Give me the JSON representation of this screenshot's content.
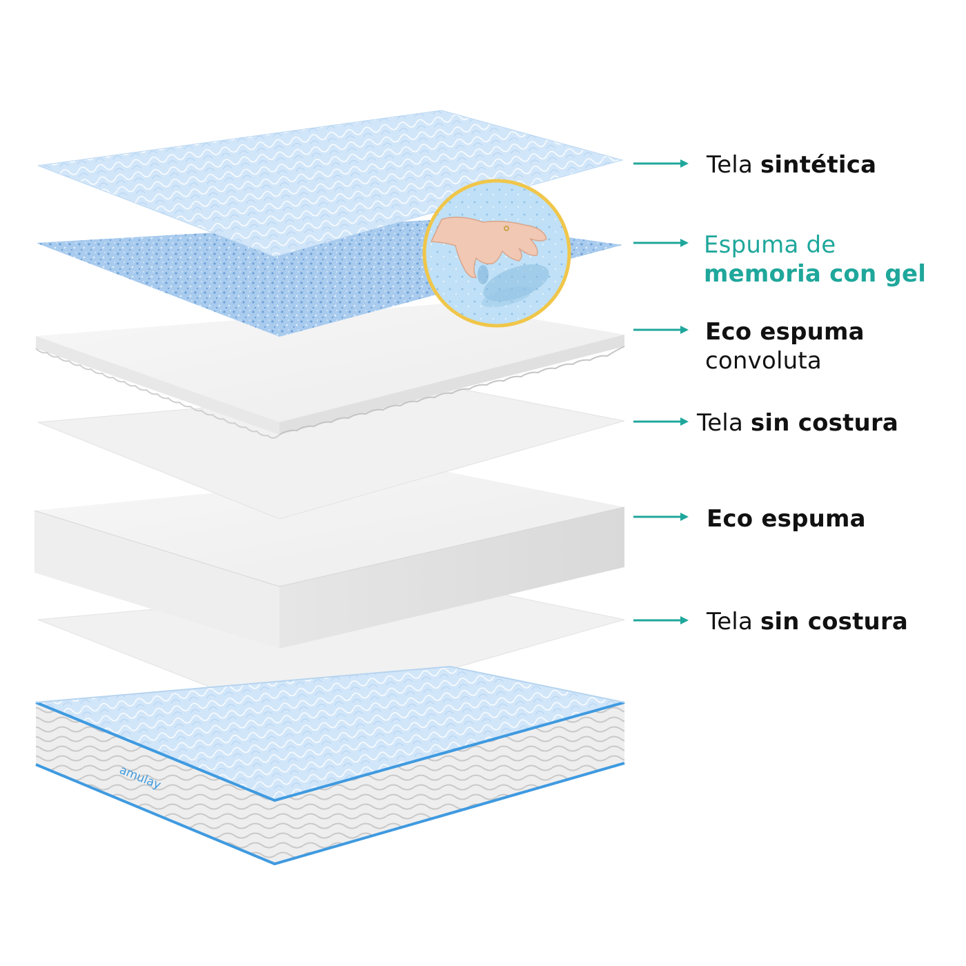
{
  "brand": {
    "logo_text": "amulay"
  },
  "colors": {
    "accent": "#1fa79b",
    "quilt_blue": "#cfe4f8",
    "gel_blue": "#9cc3ea",
    "foam_white": "#f3f3f3",
    "circle_border": "#f0c64a",
    "edge_blue": "#3f9ae0"
  },
  "layers": [
    {
      "id": "top-fabric",
      "regular": "Tela ",
      "bold": "sintética"
    },
    {
      "id": "gel-memory-foam",
      "regular": "Espuma de",
      "bold": "memoria con gel",
      "highlight": true
    },
    {
      "id": "convoluted-eco-foam",
      "bold": "Eco espuma",
      "regular": "convoluta"
    },
    {
      "id": "seamless-fabric-1",
      "regular": "Tela ",
      "bold": "sin costura"
    },
    {
      "id": "eco-foam",
      "bold": "Eco espuma"
    },
    {
      "id": "seamless-fabric-2",
      "regular": "Tela ",
      "bold": "sin costura"
    }
  ],
  "icons": {
    "arrow": "arrow-right-icon",
    "hand": "hand-imprint-icon"
  }
}
